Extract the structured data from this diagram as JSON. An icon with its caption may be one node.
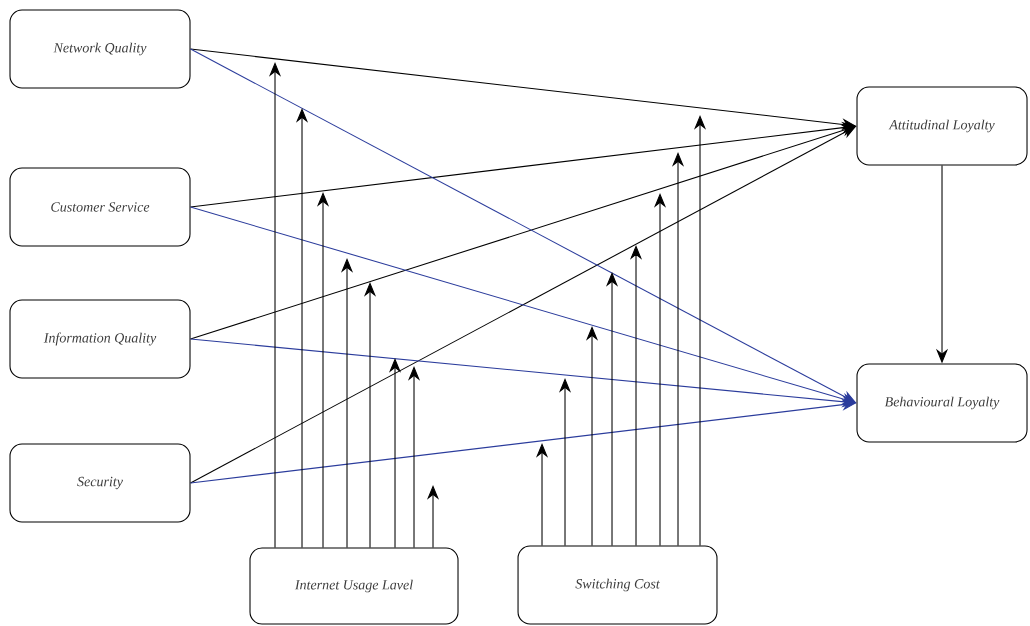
{
  "diagram": {
    "nodes": [
      {
        "text": [
          "Network Quality"
        ]
      },
      {
        "text": [
          "Customer Service"
        ]
      },
      {
        "text": [
          "Information Quality"
        ]
      },
      {
        "text": [
          "Security"
        ]
      },
      {
        "text": [
          "Attitudinal Loyalty"
        ]
      },
      {
        "text": [
          "Behavioural Loyalty"
        ]
      },
      {
        "text": [
          "Internet Usage Lavel"
        ]
      },
      {
        "text": [
          "Switching Cost"
        ]
      }
    ],
    "edges": [
      {
        "from": 0,
        "to": 4,
        "arrow": "to"
      },
      {
        "from": 1,
        "to": 4,
        "arrow": "to"
      },
      {
        "from": 2,
        "to": 4,
        "arrow": "to"
      },
      {
        "from": 3,
        "to": 4,
        "arrow": "to"
      },
      {
        "from": 0,
        "to": 5,
        "arrow": "to",
        "color": "#2b3c9c"
      },
      {
        "from": 1,
        "to": 5,
        "arrow": "to",
        "color": "#2b3c9c"
      },
      {
        "from": 2,
        "to": 5,
        "arrow": "to",
        "color": "#2b3c9c"
      },
      {
        "from": 3,
        "to": 5,
        "arrow": "to",
        "color": "#2b3c9c"
      },
      {
        "from": 4,
        "to": 5,
        "arrow": "to"
      },
      {
        "from": 6,
        "to": null,
        "arrow": "to"
      },
      {
        "from": 6,
        "to": null,
        "arrow": "to"
      },
      {
        "from": 6,
        "to": null,
        "arrow": "to"
      },
      {
        "from": 6,
        "to": null,
        "arrow": "to"
      },
      {
        "from": 6,
        "to": null,
        "arrow": "to"
      },
      {
        "from": 6,
        "to": null,
        "arrow": "to"
      },
      {
        "from": 6,
        "to": null,
        "arrow": "to"
      },
      {
        "from": 6,
        "to": null,
        "arrow": "to"
      },
      {
        "from": 7,
        "to": null,
        "arrow": "to"
      },
      {
        "from": 7,
        "to": null,
        "arrow": "to"
      },
      {
        "from": 7,
        "to": null,
        "arrow": "to"
      },
      {
        "from": 7,
        "to": null,
        "arrow": "to"
      },
      {
        "from": 7,
        "to": null,
        "arrow": "to"
      },
      {
        "from": 7,
        "to": null,
        "arrow": "to"
      },
      {
        "from": 7,
        "to": null,
        "arrow": "to"
      },
      {
        "from": 7,
        "to": null,
        "arrow": "to"
      }
    ]
  }
}
